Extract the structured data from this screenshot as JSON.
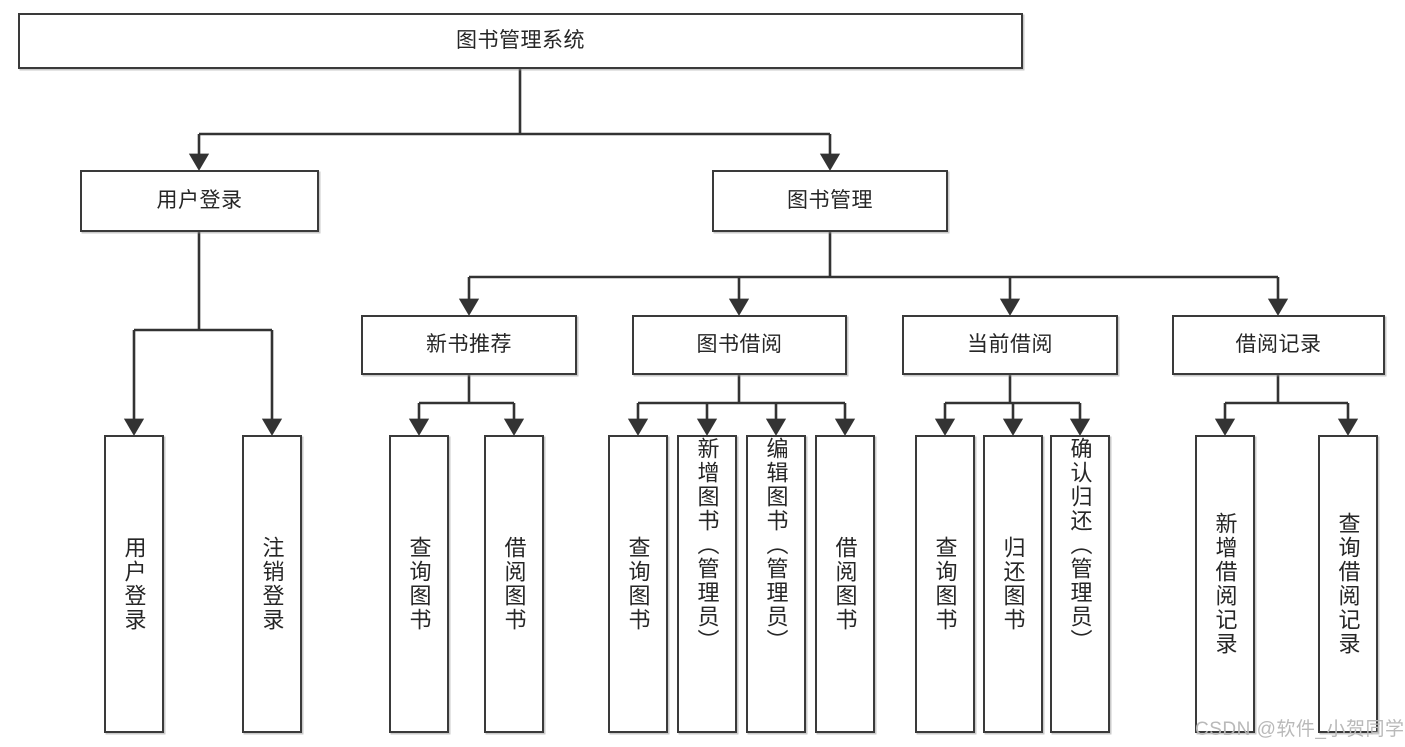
{
  "diagram": {
    "type": "tree-hierarchy-chart",
    "title": "图书管理系统",
    "orientation": "top-down",
    "colors": {
      "node_border": "#3a3a3a",
      "node_fill": "#ffffff",
      "edge": "#333333",
      "text": "#262626",
      "watermark": "#b9b9b9"
    },
    "levels": [
      {
        "level": 0,
        "nodes": [
          {
            "id": "root",
            "label": "图书管理系统",
            "text_orientation": "horizontal"
          }
        ]
      },
      {
        "level": 1,
        "nodes": [
          {
            "id": "user-login",
            "label": "用户登录",
            "text_orientation": "horizontal",
            "parent": "root"
          },
          {
            "id": "book-manage",
            "label": "图书管理",
            "text_orientation": "horizontal",
            "parent": "root"
          }
        ]
      },
      {
        "level": 2,
        "nodes": [
          {
            "id": "new-book-rec",
            "label": "新书推荐",
            "text_orientation": "horizontal",
            "parent": "book-manage"
          },
          {
            "id": "book-borrow",
            "label": "图书借阅",
            "text_orientation": "horizontal",
            "parent": "book-manage"
          },
          {
            "id": "current-borrow",
            "label": "当前借阅",
            "text_orientation": "horizontal",
            "parent": "book-manage"
          },
          {
            "id": "borrow-record",
            "label": "借阅记录",
            "text_orientation": "horizontal",
            "parent": "book-manage"
          }
        ]
      },
      {
        "level": 3,
        "nodes": [
          {
            "id": "leaf-user-login",
            "label": "用户登录",
            "text_orientation": "vertical",
            "parent": "user-login"
          },
          {
            "id": "leaf-logout",
            "label": "注销登录",
            "text_orientation": "vertical",
            "parent": "user-login"
          },
          {
            "id": "leaf-query-book-1",
            "label": "查询图书",
            "text_orientation": "vertical",
            "parent": "new-book-rec"
          },
          {
            "id": "leaf-borrow-book-1",
            "label": "借阅图书",
            "text_orientation": "vertical",
            "parent": "new-book-rec"
          },
          {
            "id": "leaf-query-book-2",
            "label": "查询图书",
            "text_orientation": "vertical",
            "parent": "book-borrow"
          },
          {
            "id": "leaf-add-book",
            "label": "新增图书（管理员）",
            "text_orientation": "vertical",
            "parent": "book-borrow"
          },
          {
            "id": "leaf-edit-book",
            "label": "编辑图书（管理员）",
            "text_orientation": "vertical",
            "parent": "book-borrow"
          },
          {
            "id": "leaf-borrow-book-2",
            "label": "借阅图书",
            "text_orientation": "vertical",
            "parent": "book-borrow"
          },
          {
            "id": "leaf-query-book-3",
            "label": "查询图书",
            "text_orientation": "vertical",
            "parent": "current-borrow"
          },
          {
            "id": "leaf-return-book",
            "label": "归还图书",
            "text_orientation": "vertical",
            "parent": "current-borrow"
          },
          {
            "id": "leaf-confirm-return",
            "label": "确认归还（管理员）",
            "text_orientation": "vertical",
            "parent": "current-borrow"
          },
          {
            "id": "leaf-add-record",
            "label": "新增借阅记录",
            "text_orientation": "vertical",
            "parent": "borrow-record"
          },
          {
            "id": "leaf-query-record",
            "label": "查询借阅记录",
            "text_orientation": "vertical",
            "parent": "borrow-record"
          }
        ]
      }
    ]
  },
  "watermark": {
    "text": "CSDN @软件_小贺同学"
  }
}
